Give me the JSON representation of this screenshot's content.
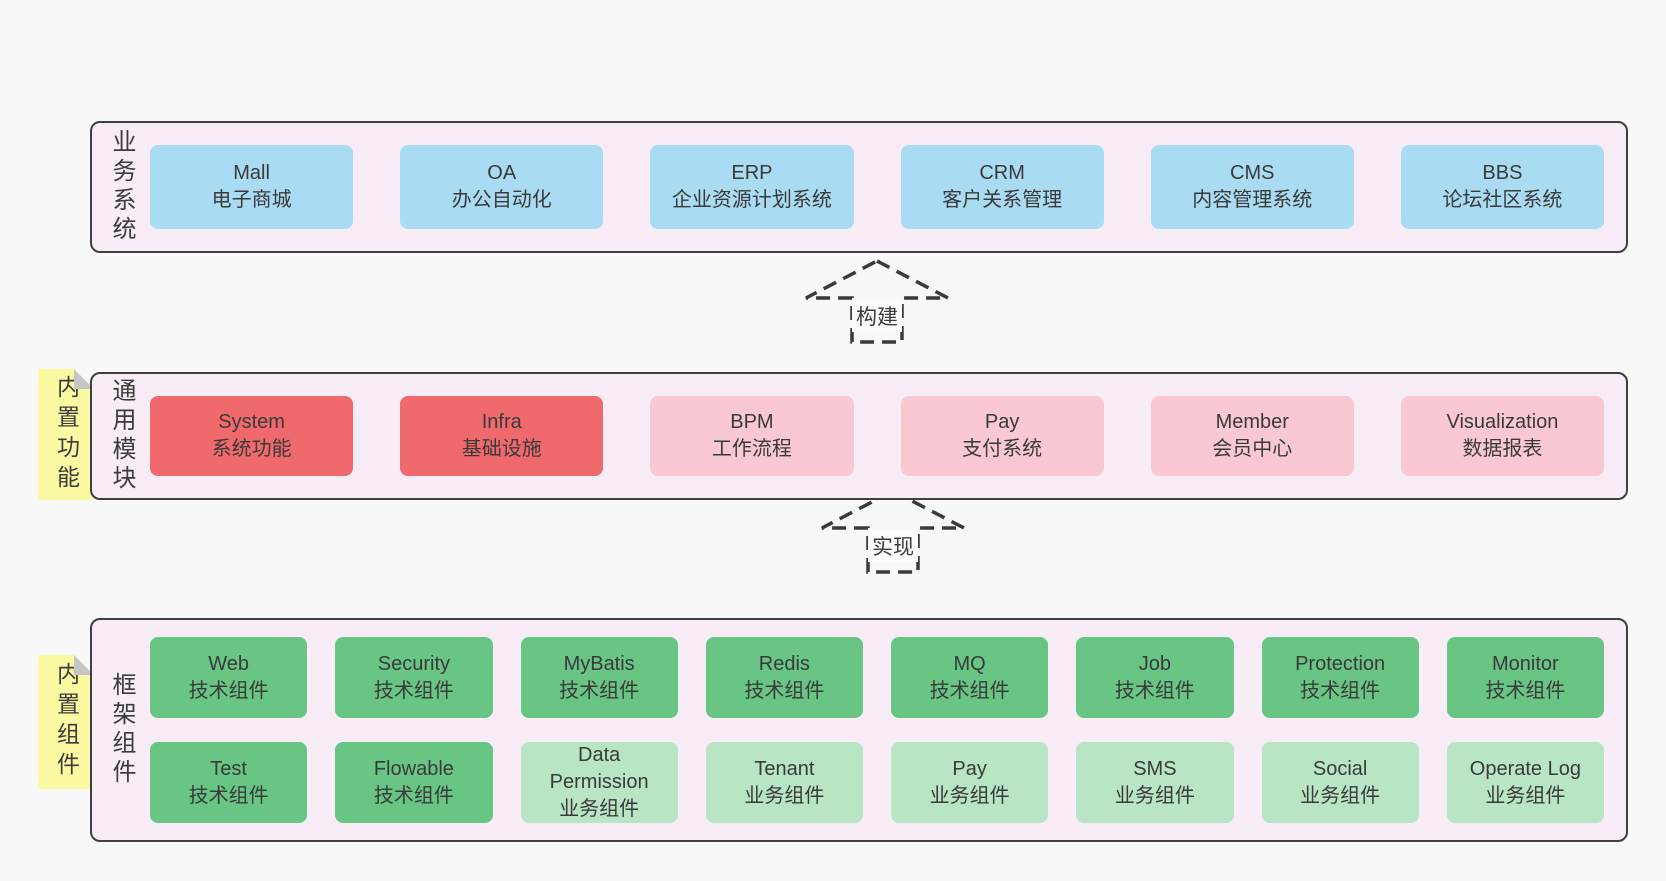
{
  "colors": {
    "page_background": "#f8f8f8",
    "layer_background": "#f8edf6",
    "layer_border": "#3f3f3f",
    "business_box": "#a9dbf2",
    "core_module_box": "#f0696c",
    "optional_module_box": "#f9c8d2",
    "tech_component_box": "#68c584",
    "biz_component_box": "#b8e5c4",
    "sticky_note": "#fbf9a2",
    "text": "#3c3c3c"
  },
  "arrows": [
    {
      "label": "构建"
    },
    {
      "label": "实现"
    }
  ],
  "layers": {
    "business": {
      "label": "业务系统",
      "items": [
        {
          "name": "Mall",
          "subtitle": "电子商城"
        },
        {
          "name": "OA",
          "subtitle": "办公自动化"
        },
        {
          "name": "ERP",
          "subtitle": "企业资源计划系统"
        },
        {
          "name": "CRM",
          "subtitle": "客户关系管理"
        },
        {
          "name": "CMS",
          "subtitle": "内容管理系统"
        },
        {
          "name": "BBS",
          "subtitle": "论坛社区系统"
        }
      ]
    },
    "modules": {
      "label": "通用模块",
      "sticky": "内置功能",
      "items": [
        {
          "name": "System",
          "subtitle": "系统功能",
          "variant": "red"
        },
        {
          "name": "Infra",
          "subtitle": "基础设施",
          "variant": "red"
        },
        {
          "name": "BPM",
          "subtitle": "工作流程",
          "variant": "pink"
        },
        {
          "name": "Pay",
          "subtitle": "支付系统",
          "variant": "pink"
        },
        {
          "name": "Member",
          "subtitle": "会员中心",
          "variant": "pink"
        },
        {
          "name": "Visualization",
          "subtitle": "数据报表",
          "variant": "pink"
        }
      ]
    },
    "framework": {
      "label": "框架组件",
      "sticky": "内置组件",
      "row1": [
        {
          "name": "Web",
          "subtitle": "技术组件",
          "variant": "dgreen"
        },
        {
          "name": "Security",
          "subtitle": "技术组件",
          "variant": "dgreen"
        },
        {
          "name": "MyBatis",
          "subtitle": "技术组件",
          "variant": "dgreen"
        },
        {
          "name": "Redis",
          "subtitle": "技术组件",
          "variant": "dgreen"
        },
        {
          "name": "MQ",
          "subtitle": "技术组件",
          "variant": "dgreen"
        },
        {
          "name": "Job",
          "subtitle": "技术组件",
          "variant": "dgreen"
        },
        {
          "name": "Protection",
          "subtitle": "技术组件",
          "variant": "dgreen"
        },
        {
          "name": "Monitor",
          "subtitle": "技术组件",
          "variant": "dgreen"
        }
      ],
      "row2": [
        {
          "name": "Test",
          "subtitle": "技术组件",
          "variant": "dgreen"
        },
        {
          "name": "Flowable",
          "subtitle": "技术组件",
          "variant": "dgreen"
        },
        {
          "name": "Data Permission",
          "subtitle": "业务组件",
          "variant": "lgreen"
        },
        {
          "name": "Tenant",
          "subtitle": "业务组件",
          "variant": "lgreen"
        },
        {
          "name": "Pay",
          "subtitle": "业务组件",
          "variant": "lgreen"
        },
        {
          "name": "SMS",
          "subtitle": "业务组件",
          "variant": "lgreen"
        },
        {
          "name": "Social",
          "subtitle": "业务组件",
          "variant": "lgreen"
        },
        {
          "name": "Operate Log",
          "subtitle": "业务组件",
          "variant": "lgreen"
        }
      ]
    }
  }
}
